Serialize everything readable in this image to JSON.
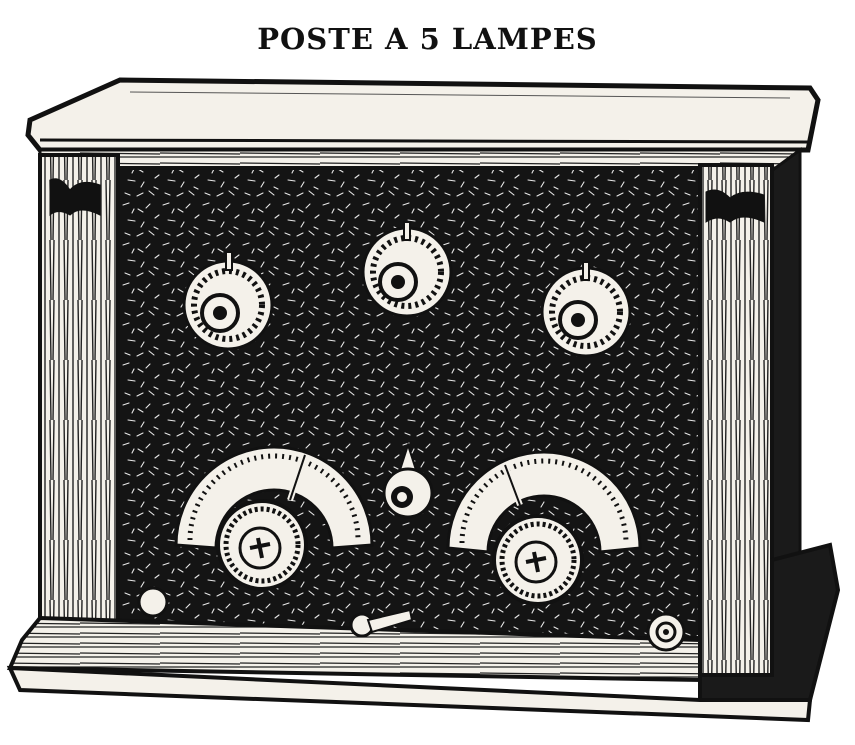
{
  "caption": "POSTE A 5 LAMPES",
  "colors": {
    "ink": "#111111",
    "paper": "#ffffff",
    "wood_light": "#f4f1ea",
    "panel": "#141414"
  },
  "illustration": {
    "subject": "radio-receiver-cabinet",
    "knobs": [
      {
        "name": "tuning-knob-left"
      },
      {
        "name": "tuning-knob-center"
      },
      {
        "name": "tuning-knob-right"
      }
    ],
    "dials": [
      {
        "name": "graduated-dial-left"
      },
      {
        "name": "graduated-dial-right"
      }
    ]
  }
}
